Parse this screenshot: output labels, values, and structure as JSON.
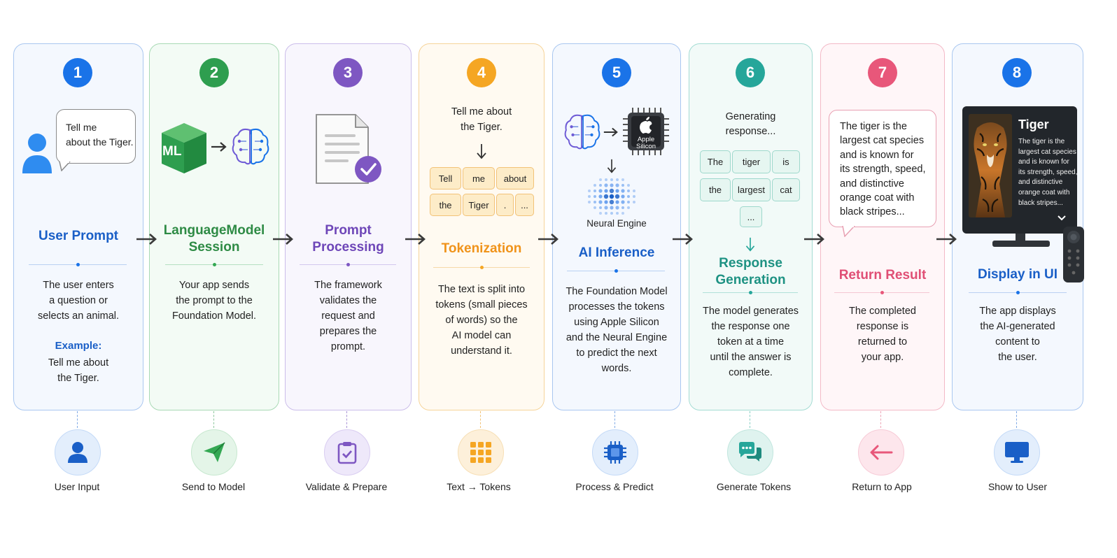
{
  "steps": [
    {
      "num": "1",
      "title": [
        "User Prompt"
      ],
      "desc": [
        "The user enters",
        "a question or",
        "selects an animal."
      ],
      "example_label": "Example:",
      "example": [
        "Tell me about",
        "the Tiger."
      ],
      "bubble": [
        "Tell me",
        "about the Tiger."
      ],
      "bottom_label": "User Input",
      "bottom_icon": "user-icon",
      "color": "#1a73e8"
    },
    {
      "num": "2",
      "title": [
        "LanguageModel",
        "Session"
      ],
      "desc": [
        "Your app sends",
        "the prompt to the",
        "Foundation Model."
      ],
      "ml_label": "ML",
      "bottom_label": "Send to Model",
      "bottom_icon": "paper-plane-icon",
      "color": "#34a853"
    },
    {
      "num": "3",
      "title": [
        "Prompt",
        "Processing"
      ],
      "desc": [
        "The framework",
        "validates the",
        "request and",
        "prepares the",
        "prompt."
      ],
      "bottom_label": "Validate & Prepare",
      "bottom_icon": "clipboard-check-icon",
      "color": "#7e57c2"
    },
    {
      "num": "4",
      "title": [
        "Tokenization"
      ],
      "prompt": [
        "Tell me about",
        "the Tiger."
      ],
      "tokens": [
        "Tell",
        "me",
        "about",
        "the",
        "Tiger",
        ".",
        "..."
      ],
      "desc": [
        "The text is split into",
        "tokens (small pieces",
        "of words) so the",
        "AI model can",
        "understand it."
      ],
      "bottom_label": "Text → Tokens",
      "bottom_icon": "grid-icon",
      "color": "#f5a623"
    },
    {
      "num": "5",
      "title": [
        "AI Inference"
      ],
      "chip_label": [
        "Apple",
        "Silicon"
      ],
      "engine_label": "Neural Engine",
      "desc": [
        "The Foundation Model",
        "processes the tokens",
        "using Apple Silicon",
        "and the Neural Engine",
        "to predict the next",
        "words."
      ],
      "bottom_label": "Process & Predict",
      "bottom_icon": "chip-icon",
      "color": "#1a73e8"
    },
    {
      "num": "6",
      "title": [
        "Response",
        "Generation"
      ],
      "generating": [
        "Generating",
        "response..."
      ],
      "tokens": [
        "The",
        "tiger",
        "is",
        "the",
        "largest",
        "cat",
        "..."
      ],
      "desc": [
        "The model generates",
        "the response one",
        "token at a time",
        "until the answer is",
        "complete."
      ],
      "bottom_label": "Generate Tokens",
      "bottom_icon": "chat-bubbles-icon",
      "color": "#26a69a"
    },
    {
      "num": "7",
      "title": [
        "Return Result"
      ],
      "result": [
        "The tiger is the",
        "largest cat species",
        "and is known for",
        "its strength, speed,",
        "and distinctive",
        "orange coat with",
        "black stripes..."
      ],
      "desc": [
        "The completed",
        "response is",
        "returned to",
        "your app."
      ],
      "bottom_label": "Return to App",
      "bottom_icon": "arrow-left-icon",
      "color": "#e8577a"
    },
    {
      "num": "8",
      "title": [
        "Display in UI"
      ],
      "tv_title": "Tiger",
      "tv_text": [
        "The tiger is the",
        "largest cat species",
        "and is known for",
        "its strength, speed,",
        "and distinctive",
        "orange coat with",
        "black stripes..."
      ],
      "desc": [
        "The app displays",
        "the AI-generated",
        "content to",
        "the user."
      ],
      "bottom_label": "Show to User",
      "bottom_icon": "monitor-icon",
      "color": "#1a73e8"
    }
  ]
}
